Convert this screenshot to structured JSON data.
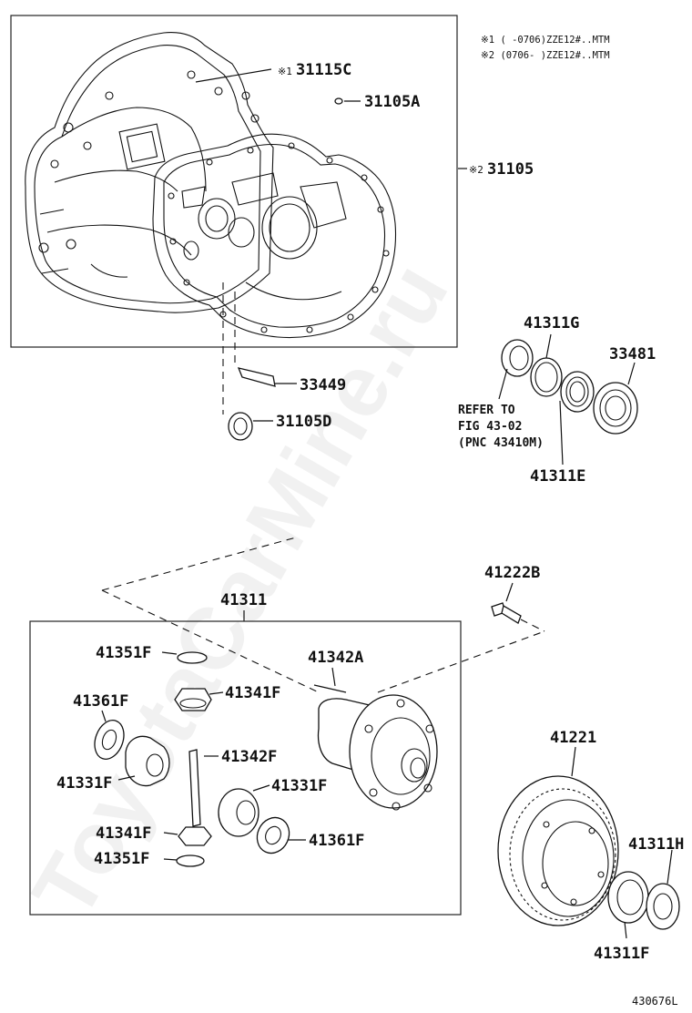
{
  "notes": {
    "line1": "※1 (    -0706)ZZE12#..MTM",
    "line2": "※2 (0706-     )ZZE12#..MTM"
  },
  "labels": {
    "p31115c_mark": "※1",
    "p31115c": "31115C",
    "p31105a": "31105A",
    "p31105_mark": "※2",
    "p31105": "31105",
    "p41311g": "41311G",
    "p33481": "33481",
    "refer1": "REFER TO",
    "refer2": "FIG 43-02",
    "refer3": "(PNC 43410M)",
    "p41311e": "41311E",
    "p33449": "33449",
    "p31105d": "31105D",
    "p41311": "41311",
    "p41222b": "41222B",
    "p41351f_top": "41351F",
    "p41342a": "41342A",
    "p41341f_top": "41341F",
    "p41361f_left": "41361F",
    "p41342f": "41342F",
    "p41331f_left": "41331F",
    "p41331f_right": "41331F",
    "p41341f_bottom": "41341F",
    "p41361f_right": "41361F",
    "p41351f_bottom": "41351F",
    "p41221": "41221",
    "p41311h": "41311H",
    "p41311f": "41311F"
  },
  "figure_id": "430676L",
  "watermark": "ToyotaCarMine.ru"
}
